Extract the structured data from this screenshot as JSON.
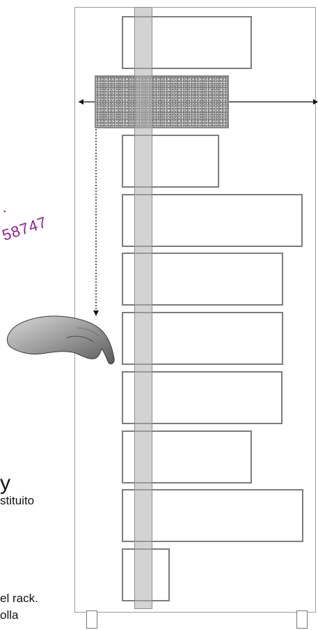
{
  "watermark": {
    "line1": ".",
    "line2": "58747",
    "color": "#8b1f8e"
  },
  "text_fragments": {
    "large_letter": "y",
    "line1": "stituito",
    "line2": "el rack.",
    "line3": "olla"
  },
  "diagram": {
    "drawer_count": 10,
    "selected_drawer_index": 1,
    "pointer_icon": "hand-pointing-icon"
  },
  "colors": {
    "outline": "#7c7c7c",
    "rail": "#b0b0b0",
    "selected_fill": "#b9b9b9"
  }
}
